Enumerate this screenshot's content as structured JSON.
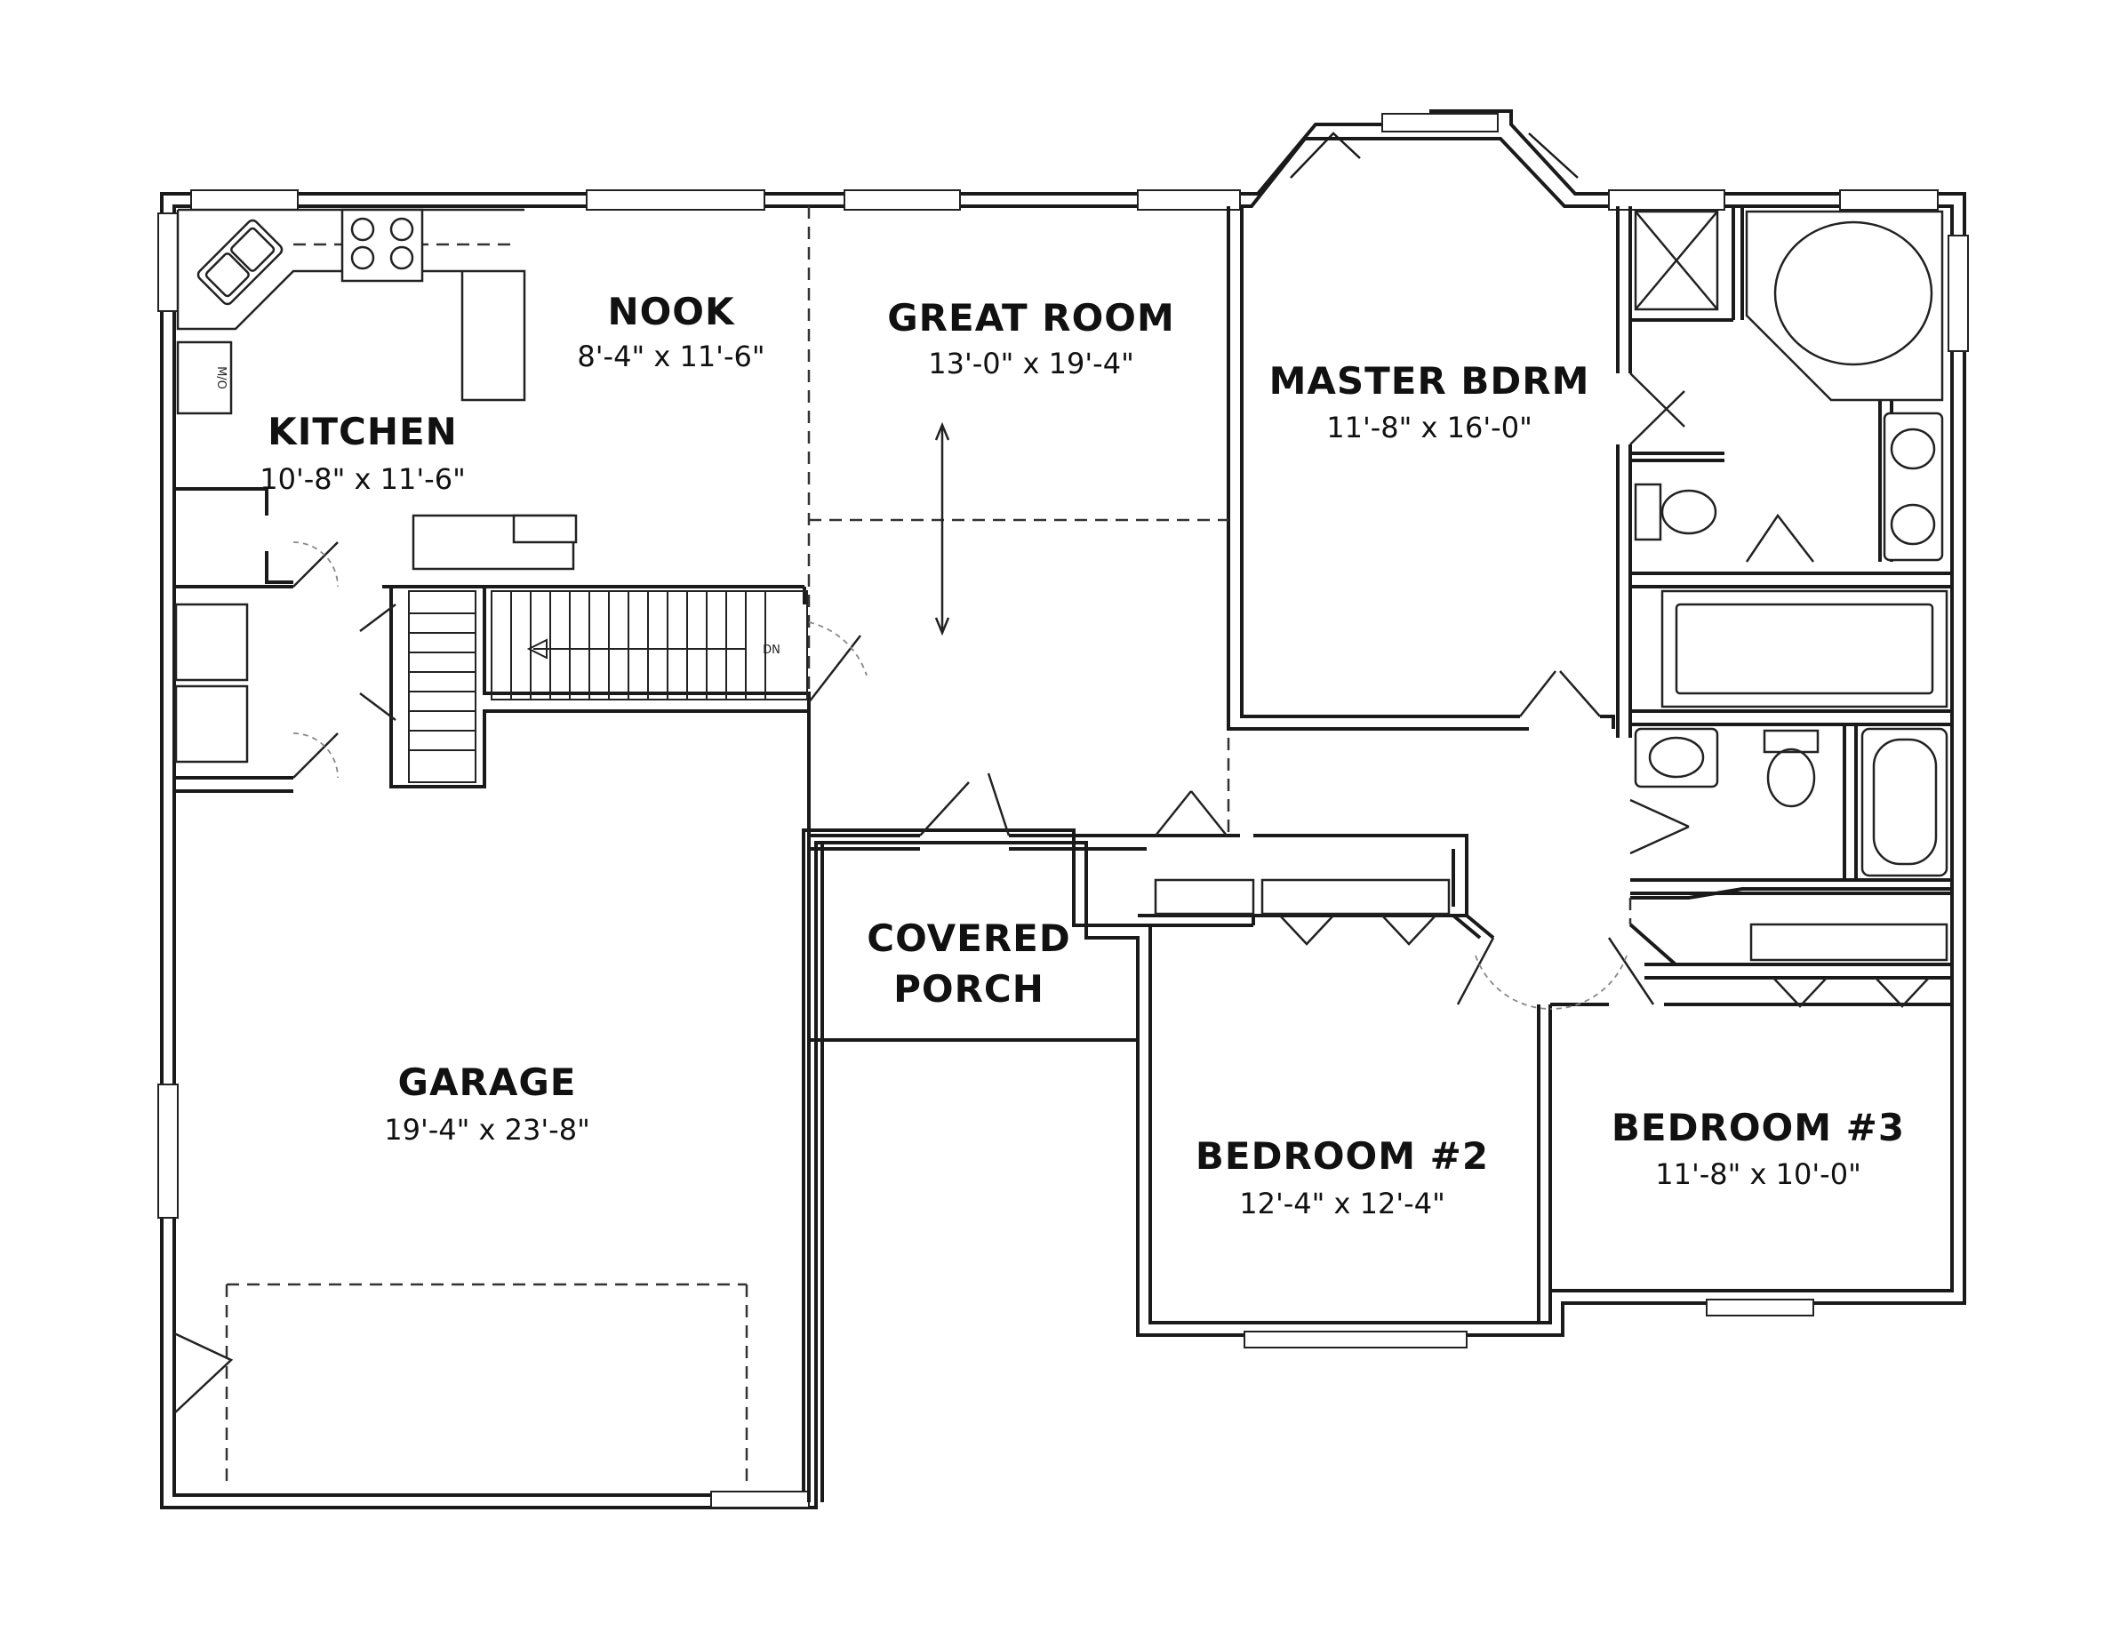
{
  "rooms": {
    "nook": {
      "name": "NOOK",
      "dims": "8'-4\" x 11'-6\""
    },
    "kitchen": {
      "name": "KITCHEN",
      "dims": "10'-8\" x 11'-6\""
    },
    "great_room": {
      "name": "GREAT ROOM",
      "dims": "13'-0\" x 19'-4\""
    },
    "master_bdrm": {
      "name": "MASTER BDRM",
      "dims": "11'-8\" x 16'-0\""
    },
    "covered_porch": {
      "line1": "COVERED",
      "line2": "PORCH"
    },
    "garage": {
      "name": "GARAGE",
      "dims": "19'-4\" x 23'-8\""
    },
    "bedroom2": {
      "name": "BEDROOM #2",
      "dims": "12'-4\" x 12'-4\""
    },
    "bedroom3": {
      "name": "BEDROOM #3",
      "dims": "11'-8\" x 10'-0\""
    }
  },
  "stairs": {
    "label": "DN"
  },
  "appliances": {
    "microwave": "M/O"
  }
}
